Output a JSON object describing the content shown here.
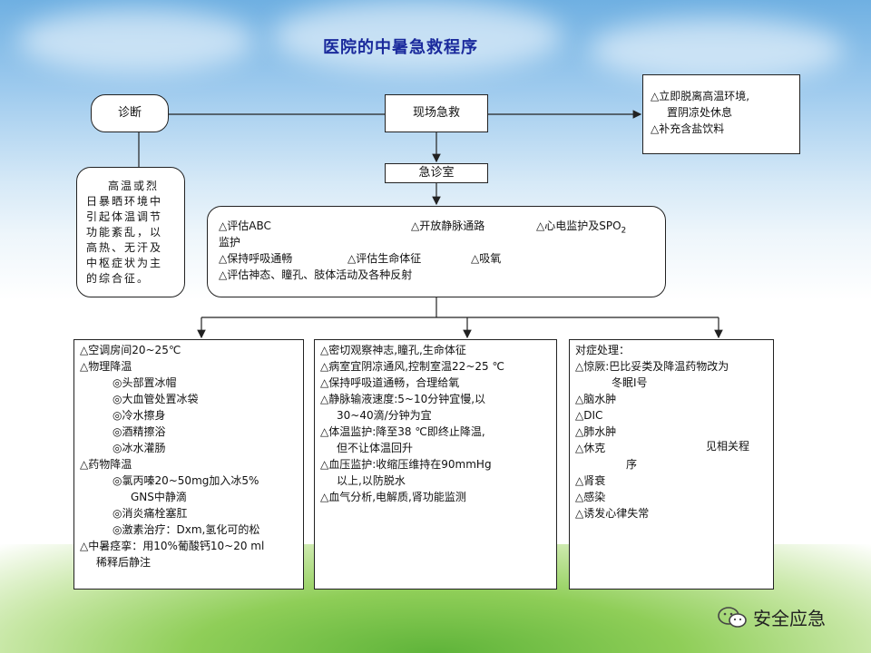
{
  "title": "医院的中暑急救程序",
  "nodes": {
    "diagnosis": "诊断",
    "onsite": "现场急救",
    "er": "急诊室"
  },
  "definition_lines": [
    "高温或烈",
    "日暴晒环境中",
    "引起体温调节",
    "功能紊乱，以",
    "高热、无汗及",
    "中枢症状为主",
    "的综合征。"
  ],
  "onsite_actions": [
    "△立即脱离高温环境,",
    "置阴凉处休息",
    "△补充含盐饮料"
  ],
  "er_assess": {
    "row1": [
      "△评估ABC",
      "△开放静脉通路",
      "△心电监护及SPO",
      "2"
    ],
    "row1b": "监护",
    "row2": [
      "△保持呼吸通畅",
      "△评估生命体征",
      "△吸氧"
    ],
    "row3": "△评估神态、瞳孔、肢体活动及各种反射"
  },
  "col_left": [
    {
      "t": "△空调房间20~25℃",
      "i": 0
    },
    {
      "t": "△物理降温",
      "i": 0
    },
    {
      "t": "◎头部置冰帽",
      "i": 1
    },
    {
      "t": "◎大血管处置冰袋",
      "i": 1
    },
    {
      "t": "◎冷水擦身",
      "i": 1
    },
    {
      "t": "◎酒精擦浴",
      "i": 1
    },
    {
      "t": "◎冰水灌肠",
      "i": 1
    },
    {
      "t": "△药物降温",
      "i": 0
    },
    {
      "t": "◎氯丙嗪20~50mg加入冰5%",
      "i": 1
    },
    {
      "t": "GNS中静滴",
      "i": 2
    },
    {
      "t": "◎消炎痛栓塞肛",
      "i": 1
    },
    {
      "t": "◎激素治疗：Dxm,氢化可的松",
      "i": 1
    },
    {
      "t": "△中暑痉挛：用10%葡酸钙10~20 ml",
      "i": 0
    },
    {
      "t": "稀释后静注",
      "i": 3
    }
  ],
  "col_mid": [
    {
      "t": "△密切观察神志,瞳孔,生命体征",
      "i": 0
    },
    {
      "t": "△病室宜阴凉通风,控制室温22~25 ℃",
      "i": 0
    },
    {
      "t": "△保持呼吸道通畅，合理给氧",
      "i": 0
    },
    {
      "t": "△静脉输液速度:5~10分钟宜慢,以",
      "i": 0
    },
    {
      "t": "30~40滴/分钟为宜",
      "i": 3
    },
    {
      "t": "△体温监护:降至38 ℃即终止降温,",
      "i": 0
    },
    {
      "t": "但不让体温回升",
      "i": 3
    },
    {
      "t": "△血压监护:收缩压维持在90mmHg",
      "i": 0
    },
    {
      "t": "以上,以防脱水",
      "i": 3
    },
    {
      "t": "△血气分析,电解质,肾功能监测",
      "i": 0
    }
  ],
  "col_right": [
    {
      "t": "对症处理：",
      "i": 0
    },
    {
      "t": "△惊厥:巴比妥类及降温药物改为",
      "i": 0
    },
    {
      "t": "冬眠Ⅰ号",
      "i": 4
    },
    {
      "t": "△脑水肿",
      "i": 0
    },
    {
      "t": "△DIC",
      "i": 0
    },
    {
      "t": "△肺水肿",
      "i": 0
    },
    {
      "t": "△休克",
      "i": 0
    },
    {
      "t": "序",
      "i": 2
    },
    {
      "t": "△肾衰",
      "i": 0
    },
    {
      "t": "△感染",
      "i": 0
    },
    {
      "t": "△诱发心律失常",
      "i": 0
    }
  ],
  "bracket_label": "见相关程",
  "logo": {
    "text": "安全应急",
    "icon": "wechat-icon"
  }
}
